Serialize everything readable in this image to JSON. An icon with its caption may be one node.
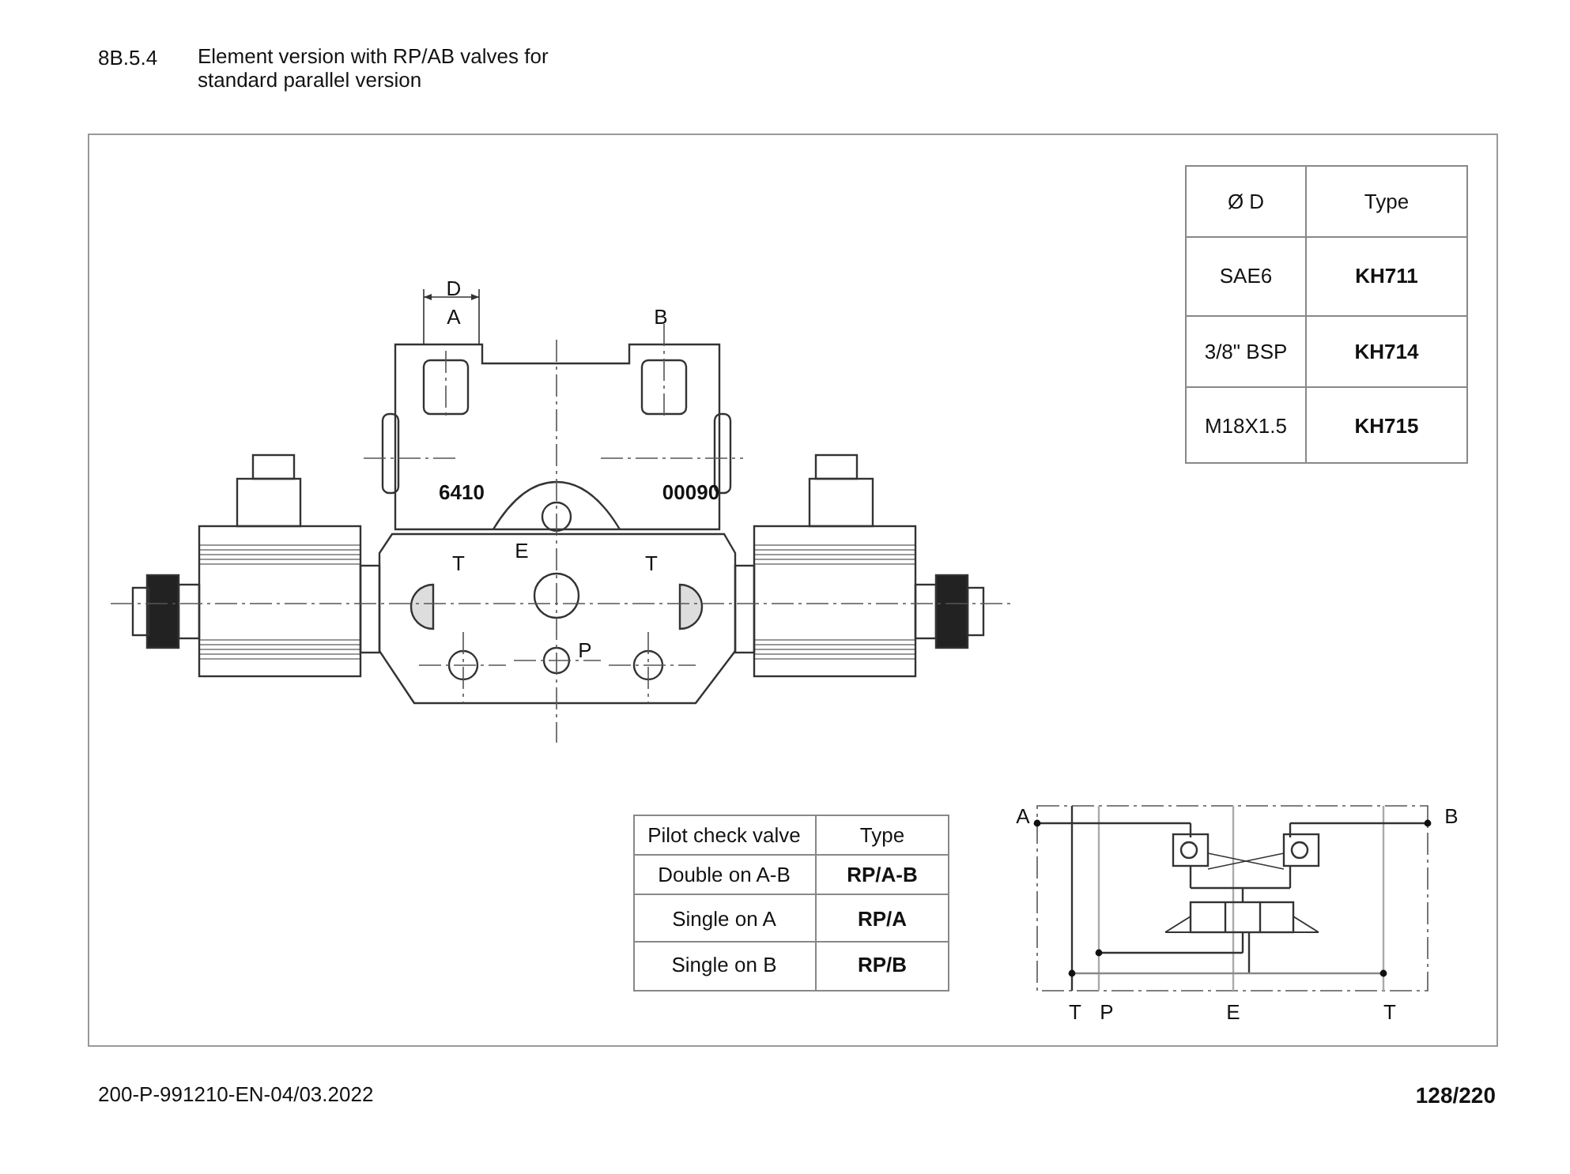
{
  "diagram": {
    "title": "Element version with RP/AB valves for standard parallel version",
    "labels": [
      "8B.5.4",
      "D",
      "A",
      "B",
      "6410",
      "00090",
      "E",
      "T",
      "T",
      "P",
      "Ø D",
      "Type",
      "SAE6",
      "KH711",
      "3/8\" BSP",
      "KH714",
      "M18X1.5",
      "KH715",
      "Pilot check valve",
      "Type",
      "Double on A-B",
      "RP/A-B",
      "Single on A",
      "RP/A",
      "Single on B",
      "RP/B",
      "A",
      "B",
      "T",
      "P",
      "E",
      "T",
      "200-P-991210-EN-04/03.2022",
      "128/220"
    ]
  }
}
